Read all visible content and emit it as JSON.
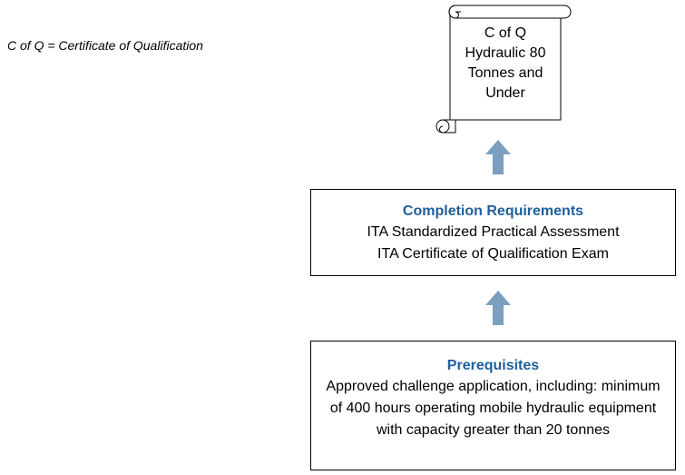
{
  "note": "C of Q = Certificate of Qualification",
  "certificate": {
    "lines": [
      "C of Q",
      "Hydraulic 80",
      "Tonnes and",
      "Under"
    ]
  },
  "completion": {
    "title": "Completion Requirements",
    "items": [
      "ITA Standardized Practical Assessment",
      "ITA Certificate of Qualification Exam"
    ]
  },
  "prerequisites": {
    "title": "Prerequisites",
    "text": "Approved challenge application, including: minimum of 400 hours operating mobile hydraulic equipment with capacity greater than 20 tonnes"
  },
  "colors": {
    "title_blue": "#1f5f99",
    "arrow_blue": "#7a9fbf"
  }
}
